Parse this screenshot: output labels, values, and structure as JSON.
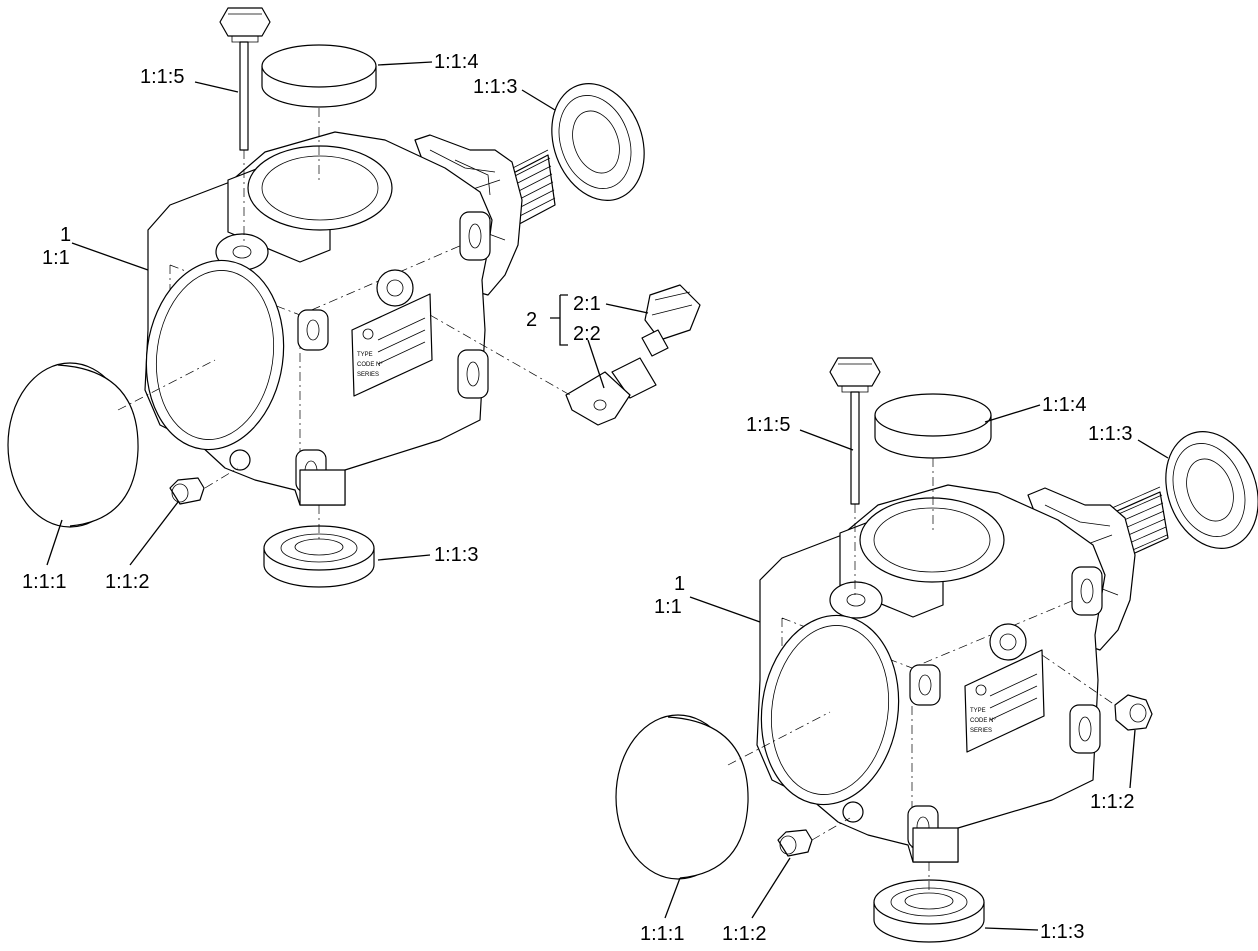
{
  "callouts": {
    "a_cover_top": "1:1:4",
    "a_seal_side": "1:1:3",
    "a_vent_bolt": "1:1:5",
    "a_assembly_1": "1",
    "a_assembly_1_1": "1:1",
    "a_kit": "2",
    "a_kit_2_1": "2:1",
    "a_kit_2_2": "2:2",
    "a_cover_front": "1:1:1",
    "a_plug": "1:1:2",
    "a_seal_bottom": "1:1:3",
    "b_vent_bolt": "1:1:5",
    "b_cover_top": "1:1:4",
    "b_seal_side": "1:1:3",
    "b_assembly_1": "1",
    "b_assembly_1_1": "1:1",
    "b_plug_side": "1:1:2",
    "b_cover_front": "1:1:1",
    "b_plug": "1:1:2",
    "b_seal_bottom": "1:1:3"
  },
  "nameplate": {
    "line1": "TYPE",
    "line2": "CODE N°",
    "line3": "SERIES"
  }
}
